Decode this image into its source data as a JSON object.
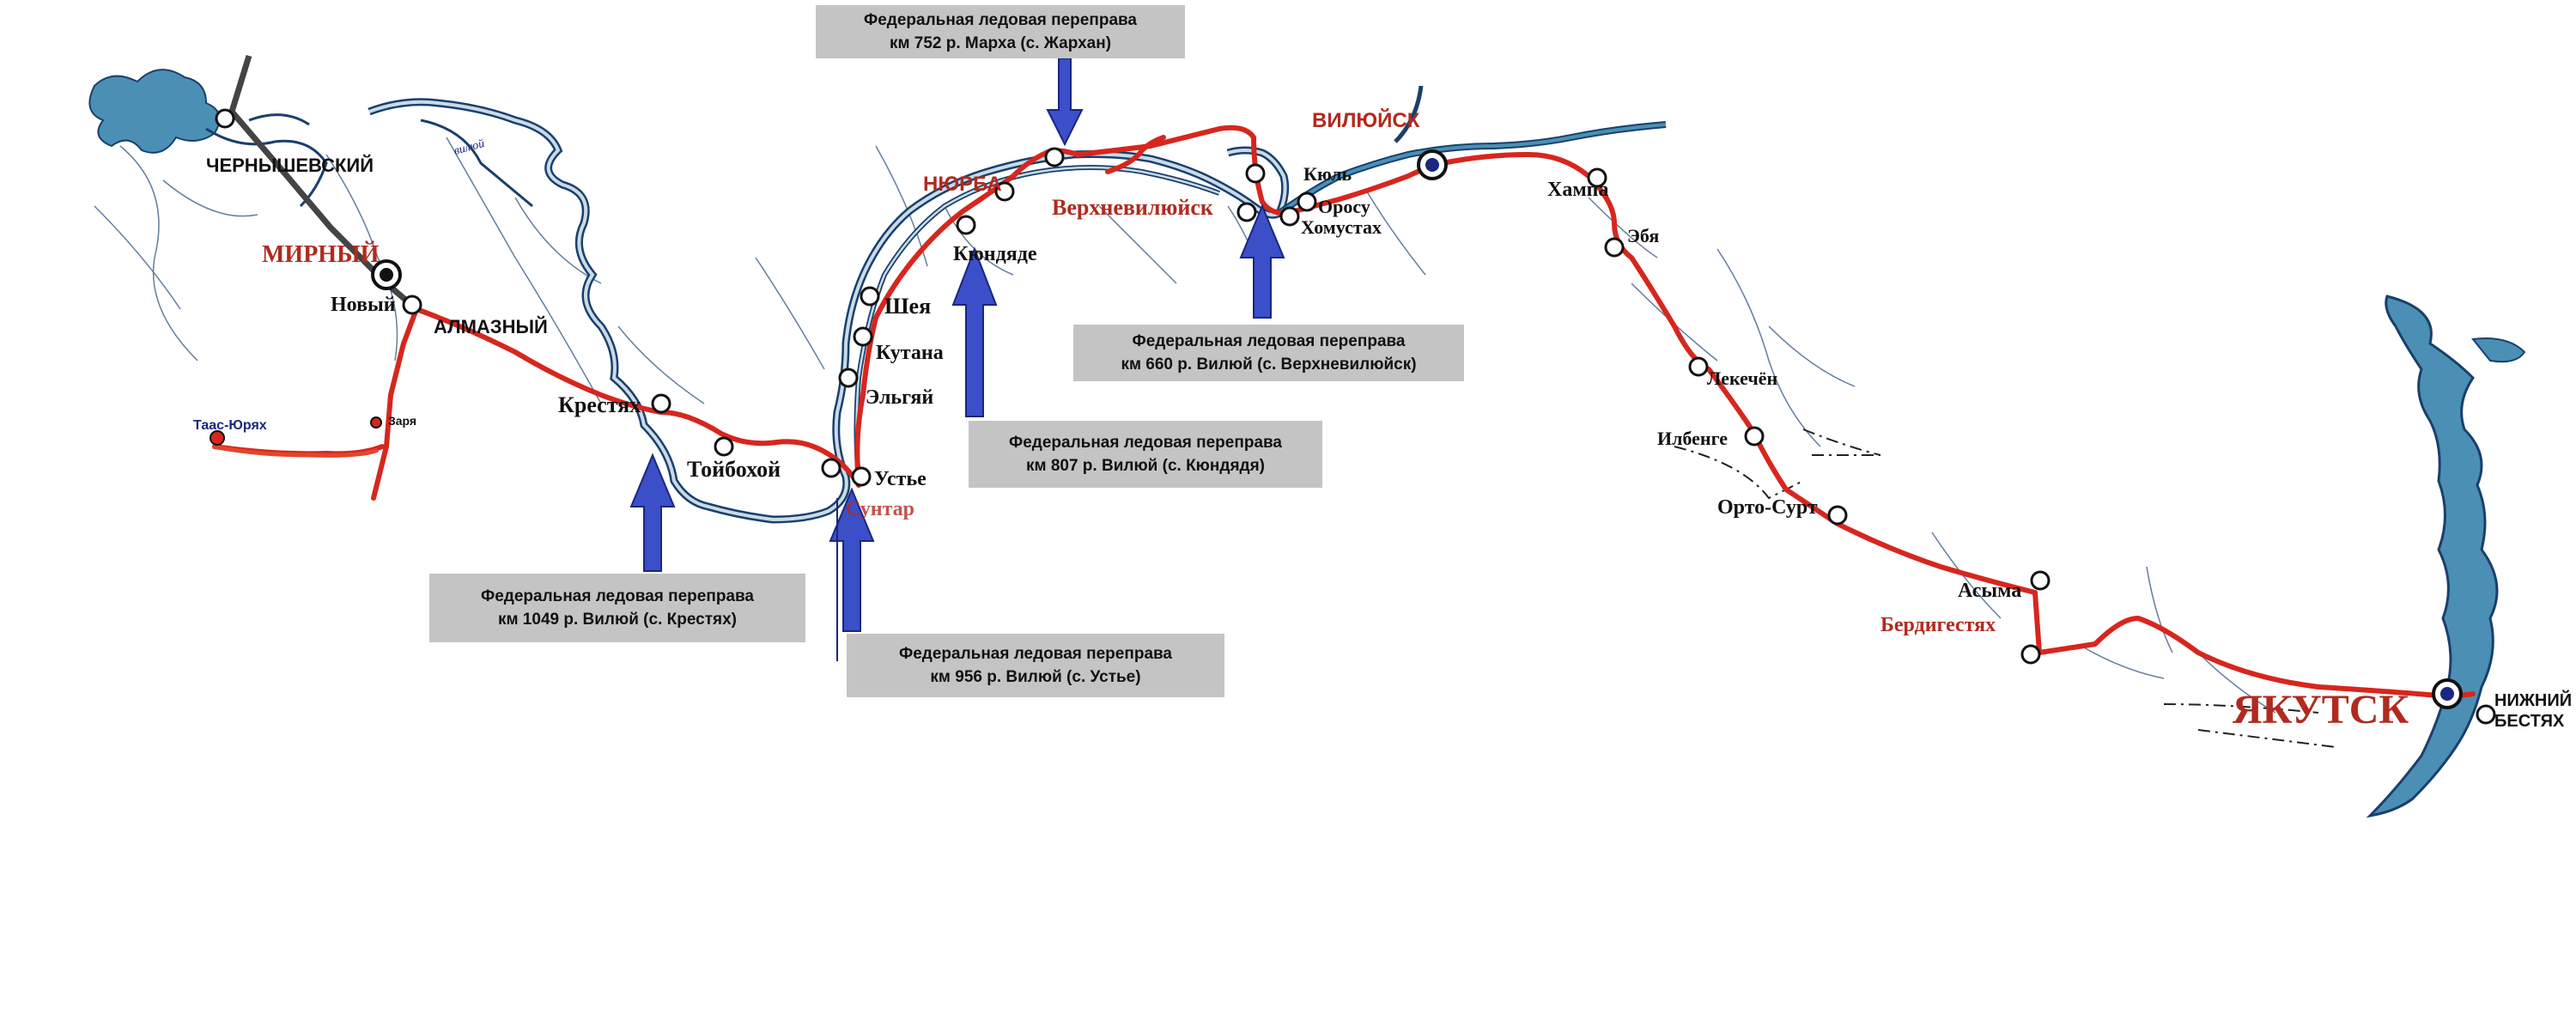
{
  "crossings": [
    {
      "line1": "Федеральная ледовая переправа",
      "line2": "км 752 р. Марха (с. Жархан)"
    },
    {
      "line1": "Федеральная ледовая переправа",
      "line2": "км 660 р. Вилюй (с. Верхневилюйск)"
    },
    {
      "line1": "Федеральная ледовая переправа",
      "line2": "км 807 р. Вилюй (с. Кюндядя)"
    },
    {
      "line1": "Федеральная ледовая переправа",
      "line2": "км 1049 р. Вилюй (с. Крестях)"
    },
    {
      "line1": "Федеральная ледовая переправа",
      "line2": "км 956 р. Вилюй (с. Устье)"
    }
  ],
  "major_cities": {
    "mirny": "МИРНЫЙ",
    "vilyuysk": "ВИЛЮЙСК",
    "nyurba": "НЮРБА",
    "yakutsk": "ЯКУТСК"
  },
  "places": {
    "chernyshevsky": "ЧЕРНЫШЕВСКИЙ",
    "almazny": "АЛМАЗНЫЙ",
    "novy": "Новый",
    "taas_yuryakh": "Таас-Юрях",
    "zarya": "Заря",
    "krestyakh": "Крестях",
    "toybokhoy": "Тойбохой",
    "suntar": "Сунтар",
    "ustye": "Устье",
    "elgyay": "Эльгяй",
    "kutana": "Кутана",
    "sheya": "Шея",
    "kyundyade": "Кюндяде",
    "verkhnevilyuysk": "Верхневилюйск",
    "kyul": "Кюль",
    "orosu": "Оросу",
    "khomustakh": "Хомустах",
    "khampa": "Хампа",
    "eby": "Эбя",
    "lekechen": "Лекечён",
    "ilbenge": "Илбенге",
    "orto_surt": "Орто-Сурт",
    "asyma": "Асыма",
    "berdigestyakh": "Бердигестях",
    "nizhny": "НИЖНИЙ",
    "bestyakh": "БЕСТЯХ",
    "vilyuy_river": "вилюй"
  },
  "colors": {
    "road": "#d7261e",
    "river": "#4b8fb5",
    "river_dark": "#1a3f6b",
    "arrow": "#3a4fc8",
    "callout_bg": "#c4c4c4",
    "city_label": "#b12a1f"
  }
}
